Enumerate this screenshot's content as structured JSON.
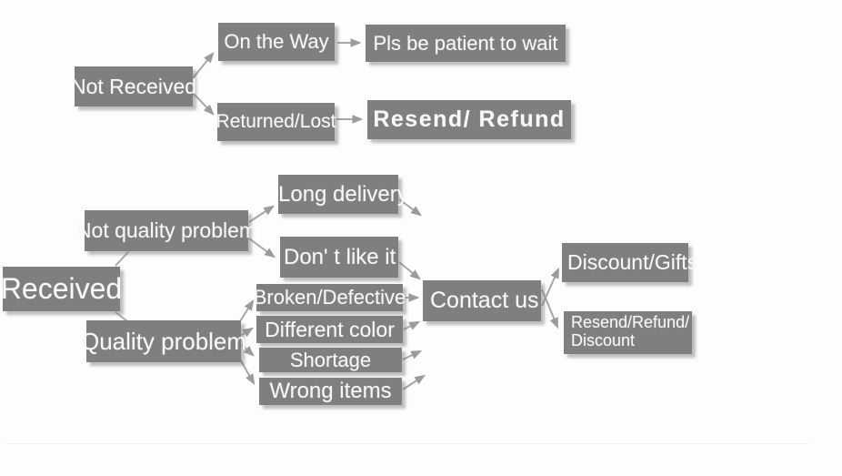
{
  "diagram": {
    "description": "After-sales customer service decision flowchart",
    "colors": {
      "box_background": "#7f7f7f",
      "box_text": "#f8f8f8",
      "arrow": "#a6a6a6",
      "page_background": "#fdfdfd"
    },
    "nodes": {
      "not_received": {
        "label": "Not Received"
      },
      "on_the_way": {
        "label": "On the Way"
      },
      "pls_patient": {
        "label": "Pls be patient to wait"
      },
      "returned_lost": {
        "label": "Returned/Lost"
      },
      "resend_refund": {
        "label": "Resend/ Refund"
      },
      "received": {
        "label": "Received"
      },
      "not_quality": {
        "label": "Not quality problem"
      },
      "quality": {
        "label": "Quality problem"
      },
      "long_delivery": {
        "label": "Long delivery"
      },
      "dont_like": {
        "label": "Don' t like it"
      },
      "broken": {
        "label": "Broken/Defective"
      },
      "different": {
        "label": "Different color"
      },
      "shortage": {
        "label": "Shortage"
      },
      "wrong": {
        "label": "Wrong items"
      },
      "contact": {
        "label": "Contact us"
      },
      "discount_gifts": {
        "label": "Discount/Gifts"
      },
      "resend_discount": {
        "label": "Resend/Refund/ Discount"
      }
    },
    "edges": [
      {
        "from": "not_received",
        "to": "on_the_way"
      },
      {
        "from": "not_received",
        "to": "returned_lost"
      },
      {
        "from": "on_the_way",
        "to": "pls_patient"
      },
      {
        "from": "returned_lost",
        "to": "resend_refund"
      },
      {
        "from": "received",
        "to": "not_quality"
      },
      {
        "from": "received",
        "to": "quality"
      },
      {
        "from": "not_quality",
        "to": "long_delivery"
      },
      {
        "from": "not_quality",
        "to": "dont_like"
      },
      {
        "from": "long_delivery",
        "to": "contact"
      },
      {
        "from": "dont_like",
        "to": "contact"
      },
      {
        "from": "quality",
        "to": "broken"
      },
      {
        "from": "quality",
        "to": "different"
      },
      {
        "from": "quality",
        "to": "shortage"
      },
      {
        "from": "quality",
        "to": "wrong"
      },
      {
        "from": "broken",
        "to": "contact"
      },
      {
        "from": "different",
        "to": "contact"
      },
      {
        "from": "shortage",
        "to": "contact"
      },
      {
        "from": "wrong",
        "to": "contact"
      },
      {
        "from": "contact",
        "to": "discount_gifts"
      },
      {
        "from": "contact",
        "to": "resend_discount"
      }
    ]
  }
}
